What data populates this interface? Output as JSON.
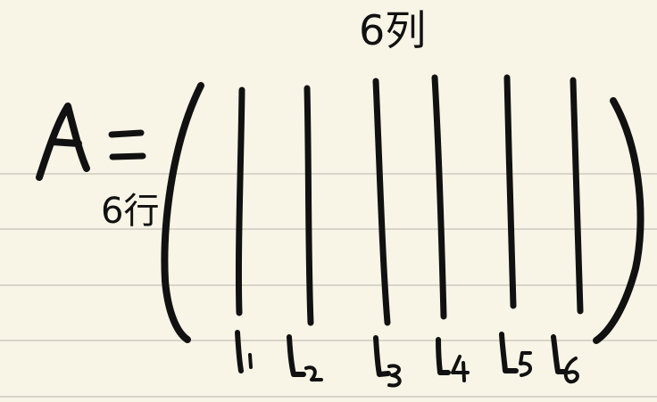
{
  "note": {
    "matrix_symbol": "A",
    "equals": "=",
    "columns_label": "6列",
    "rows_label": "6行",
    "column_vector_labels": [
      "l1",
      "l2",
      "l3",
      "l4",
      "l5",
      "l6"
    ]
  }
}
